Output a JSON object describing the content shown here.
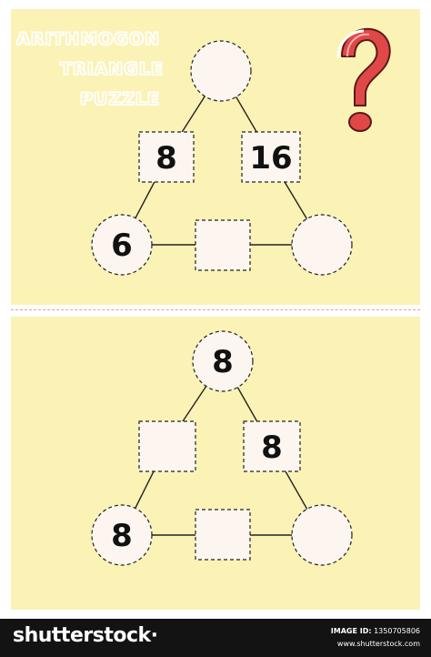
{
  "title": {
    "line1": "ARITHMOGON",
    "line2": "TRIANGLE",
    "line3": "PUZZLE"
  },
  "puzzle_top": {
    "top": "",
    "left_box": "8",
    "right_box": "16",
    "bottom_box": "",
    "bottom_left": "6",
    "bottom_right": ""
  },
  "puzzle_bottom": {
    "top": "8",
    "left_box": "",
    "right_box": "8",
    "bottom_box": "",
    "bottom_left": "8",
    "bottom_right": ""
  },
  "footer": {
    "brand": "shutterstock",
    "brand_suffix": "·",
    "image_id_label": "IMAGE ID:",
    "image_id": "1350705806",
    "site": "www.shutterstock.com"
  },
  "colors": {
    "panel": "#fbf2b5",
    "node_fill": "#fdf6f0",
    "question_mark": "#e04848",
    "footer_bg": "#131313"
  },
  "icons": {
    "question_mark": "question-mark-icon"
  }
}
